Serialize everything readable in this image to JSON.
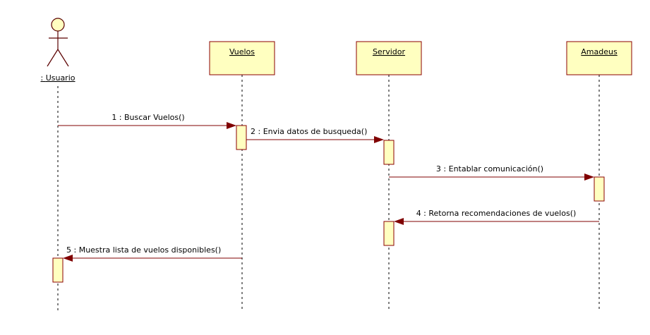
{
  "participants": {
    "usuario": "Usuario",
    "usuario_prefix": ": ",
    "vuelos": "Vuelos",
    "servidor": "Servidor",
    "amadeus": "Amadeus"
  },
  "messages": [
    {
      "label": "1 : Buscar Vuelos()"
    },
    {
      "label": "2 : Envia datos de busqueda()"
    },
    {
      "label": "3 : Entablar comunicación()"
    },
    {
      "label": "4 : Retorna recomendaciones de vuelos()"
    },
    {
      "label": "5 : Muestra lista de vuelos disponibles()"
    }
  ],
  "colors": {
    "box_fill": "#ffffc0",
    "box_border": "#8b0000",
    "message": "#800000"
  }
}
